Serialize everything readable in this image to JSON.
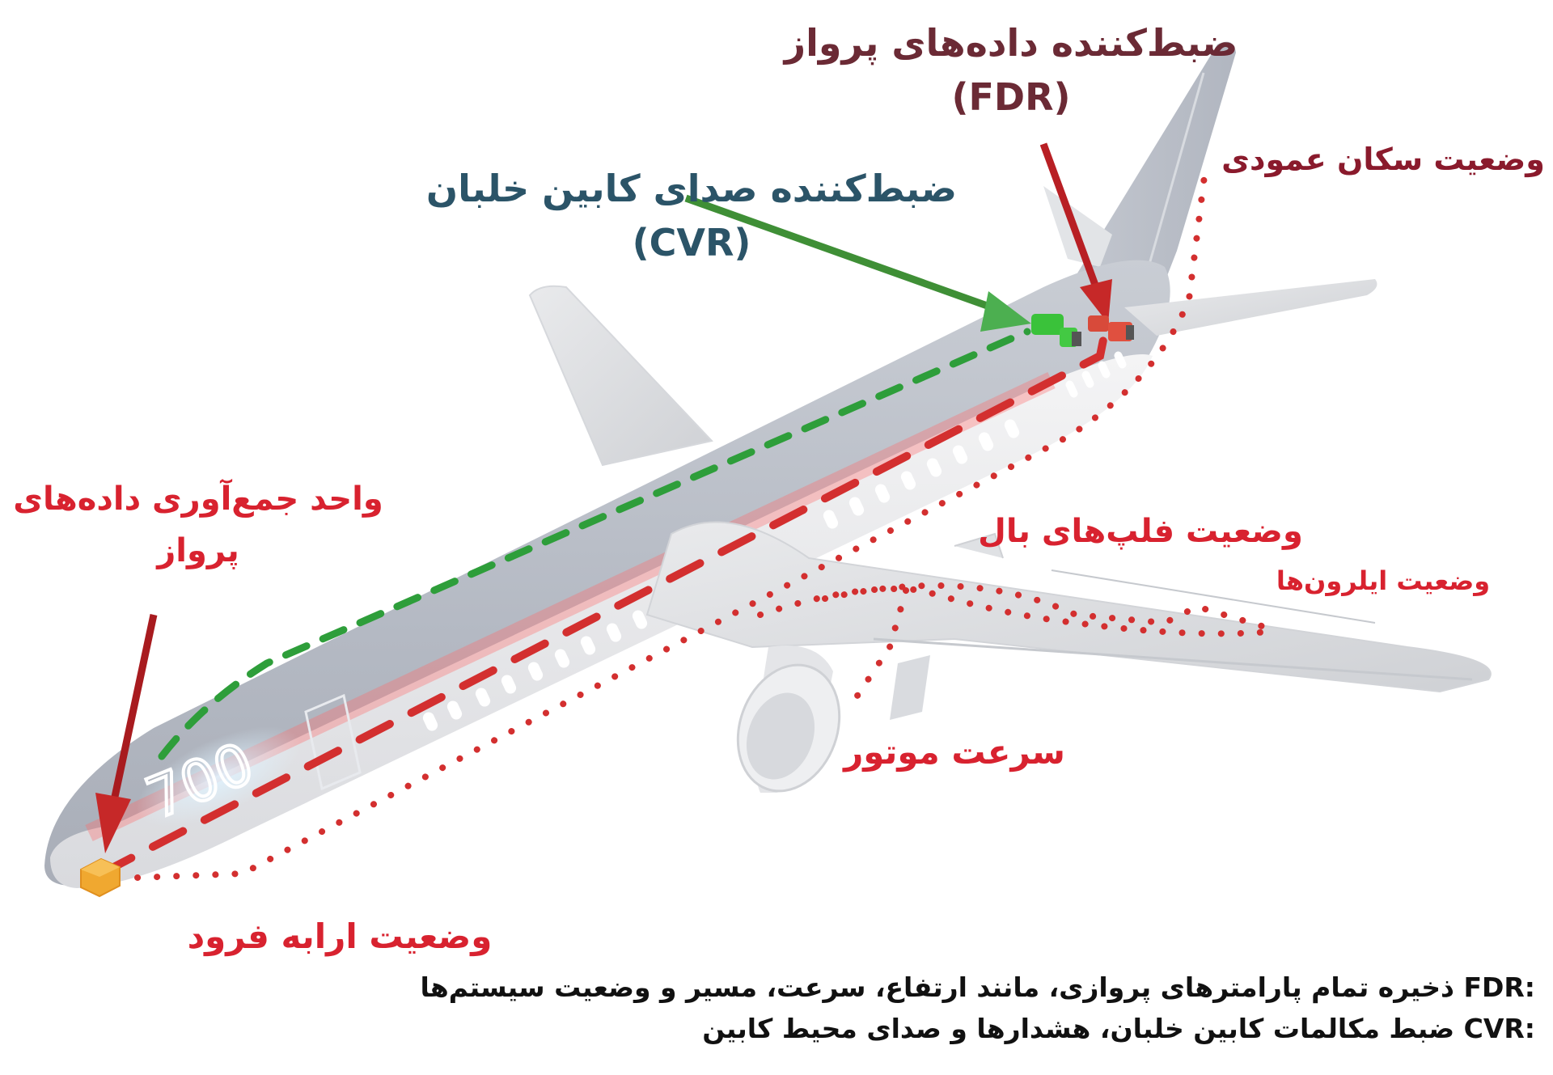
{
  "diagram": {
    "subject": "airplane-flight-recorders",
    "colors": {
      "fdr_label": "#6b2a35",
      "cvr_label": "#2b5468",
      "sensor_label": "#d8222f",
      "rudder_label": "#8a1a2c",
      "fdr_arrow": "#c62828",
      "cvr_arrow": "#43a047",
      "fdr_path": "#d32f2f",
      "cvr_path": "#2e9e3a",
      "fdau_box": "#f0a830",
      "fuselage": "#b9bec8"
    },
    "labels": {
      "fdr": {
        "title": "ضبط‌کننده داده‌های پرواز",
        "abbr": "(FDR)"
      },
      "cvr": {
        "title": "ضبط‌کننده صدای کابین خلبان",
        "abbr": "(CVR)"
      },
      "rudder": "وضعیت سکان عمودی",
      "fdau": {
        "line1": "واحد جمع‌آوری داده‌های",
        "line2": "پرواز"
      },
      "flaps": "وضعیت فلپ‌های بال",
      "ailerons": "وضعیت ایلرون‌ها",
      "engine": "سرعت موتور",
      "landing_gear": "وضعیت ارابه فرود"
    },
    "notes": [
      {
        "key": "FDR:",
        "text": "ذخیره تمام پارامترهای پروازی، مانند ارتفاع، سرعت، مسیر و وضعیت سیستم‌ها"
      },
      {
        "key": "CVR:",
        "text": "ضبط مکالمات کابین خلبان، هشدارها و صدای محیط کابین"
      }
    ],
    "fuselage_marking": "700"
  }
}
